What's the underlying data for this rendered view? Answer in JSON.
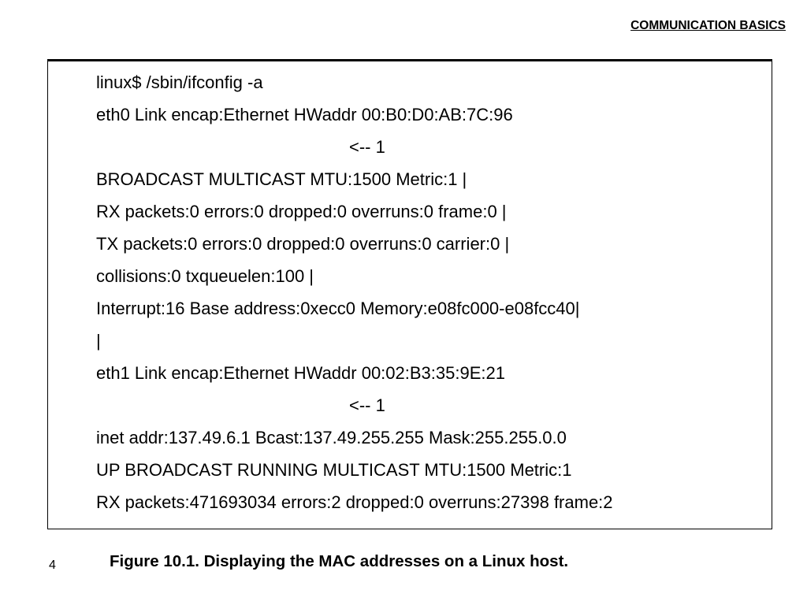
{
  "header": {
    "title": "COMMUNICATION BASICS"
  },
  "terminal": {
    "lines": [
      {
        "text": "linux$ /sbin/ifconfig -a",
        "indent": false
      },
      {
        "text": "eth0 Link encap:Ethernet HWaddr 00:B0:D0:AB:7C:96",
        "indent": false
      },
      {
        "text": "<-- 1",
        "indent": true
      },
      {
        "text": "BROADCAST MULTICAST MTU:1500 Metric:1 |",
        "indent": false
      },
      {
        "text": "RX packets:0 errors:0 dropped:0 overruns:0 frame:0 |",
        "indent": false
      },
      {
        "text": "TX packets:0 errors:0 dropped:0 overruns:0 carrier:0 |",
        "indent": false
      },
      {
        "text": "collisions:0 txqueuelen:100 |",
        "indent": false
      },
      {
        "text": "Interrupt:16 Base address:0xecc0 Memory:e08fc000-e08fcc40|",
        "indent": false
      },
      {
        "text": "|",
        "indent": false
      },
      {
        "text": "eth1 Link encap:Ethernet HWaddr 00:02:B3:35:9E:21",
        "indent": false
      },
      {
        "text": "<-- 1",
        "indent": true
      },
      {
        "text": "inet addr:137.49.6.1 Bcast:137.49.255.255 Mask:255.255.0.0",
        "indent": false
      },
      {
        "text": "UP BROADCAST RUNNING MULTICAST MTU:1500 Metric:1",
        "indent": false
      },
      {
        "text": "RX packets:471693034 errors:2 dropped:0 overruns:27398 frame:2",
        "indent": false
      }
    ]
  },
  "footer": {
    "slide_number": "4",
    "caption": "Figure 10.1. Displaying the MAC addresses on a Linux host."
  }
}
